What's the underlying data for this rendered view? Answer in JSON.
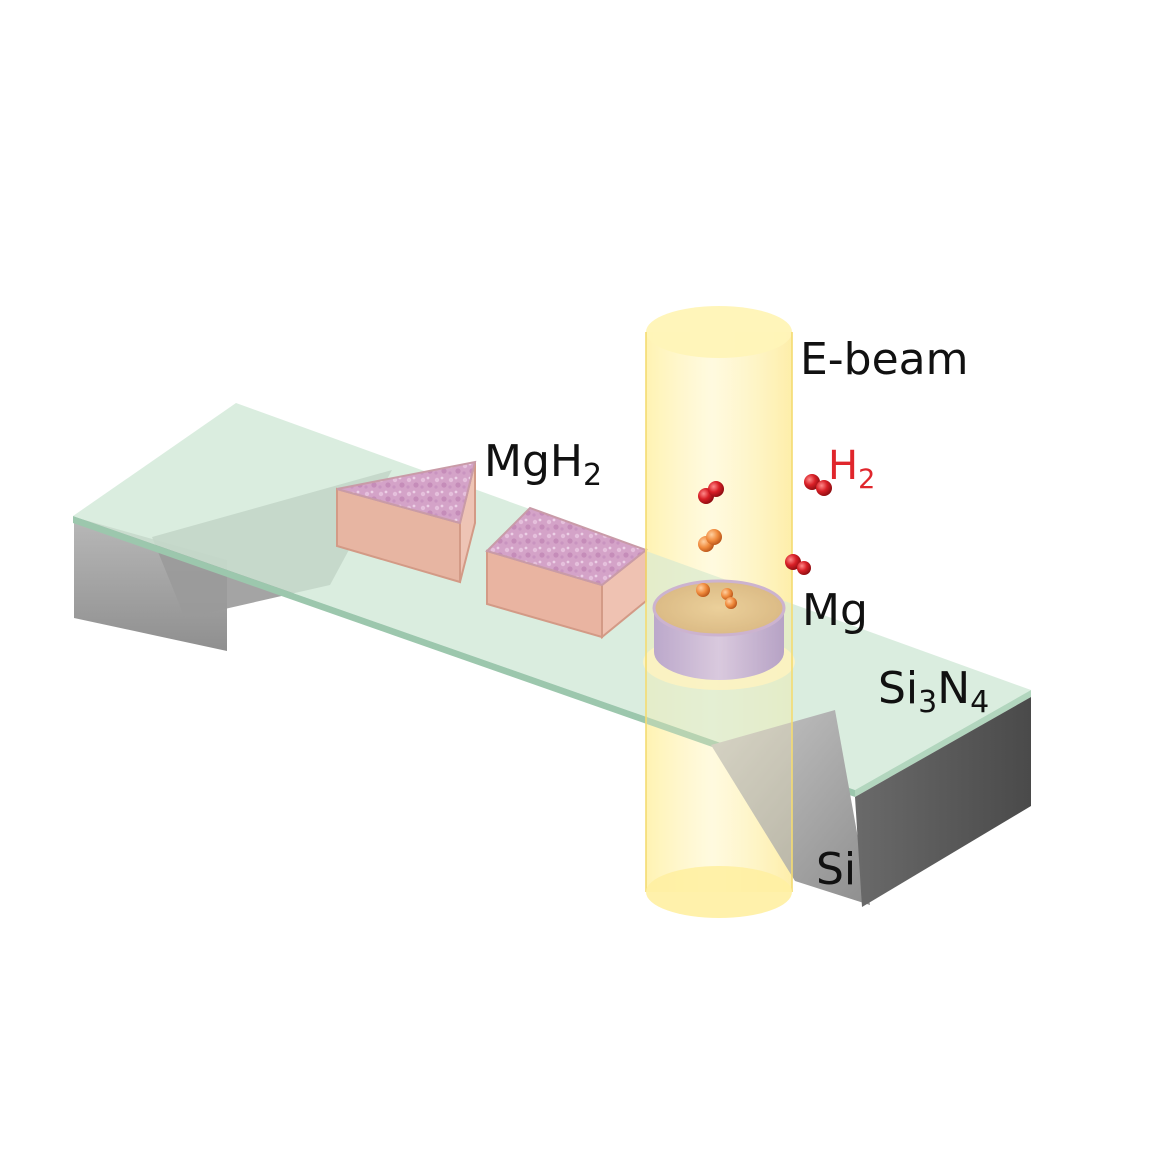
{
  "labels": {
    "ebeam": "E-beam",
    "mgh2": {
      "main": "MgH",
      "sub": "2"
    },
    "h2": {
      "main": "H",
      "sub": "2"
    },
    "mg": "Mg",
    "si3n4": {
      "p1": "Si",
      "s1": "3",
      "p2": "N",
      "s2": "4"
    },
    "si": "Si"
  },
  "colors": {
    "membrane": "#cfe8d6",
    "membrane_edge": "#9cc7ad",
    "silicon_dark": "#5b5b5b",
    "silicon_light": "#a9a9a9",
    "beam": "#fff3a8",
    "mgh2_side": "#eab9a6",
    "mgh2_top": "#d9a8c9",
    "mg_side": "#b9a2dd",
    "mg_top": "#d9b47f",
    "h2_molecule": "#d81f26",
    "h2_small": "#f08a3c",
    "label_text": "#111111",
    "h2_label": "#e0262c"
  }
}
